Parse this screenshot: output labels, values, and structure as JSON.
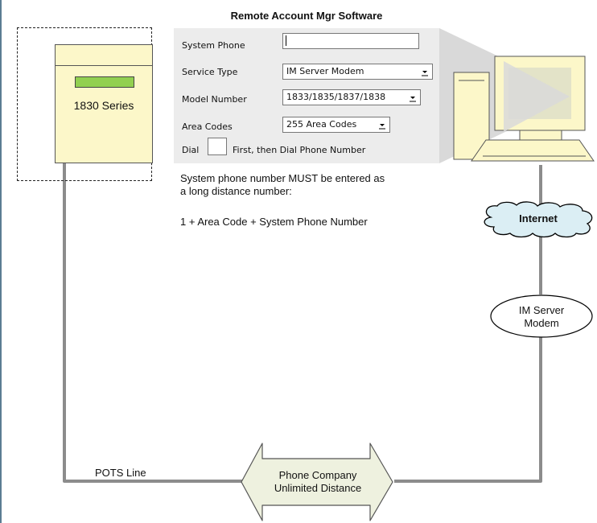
{
  "software": {
    "title": "Remote Account Mgr Software",
    "fields": {
      "system_phone": {
        "label": "System Phone",
        "value": ""
      },
      "service_type": {
        "label": "Service Type",
        "value": "IM Server Modem"
      },
      "model_number": {
        "label": "Model Number",
        "value": "1833/1835/1837/1838"
      },
      "area_codes": {
        "label": "Area Codes",
        "value": "255 Area Codes"
      },
      "dial": {
        "label": "Dial",
        "suffix": "First, then Dial Phone Number",
        "checked": false
      }
    }
  },
  "device": {
    "label": "1830 Series",
    "led_color": "#92d050",
    "body_color": "#fcf7c9"
  },
  "note": {
    "line1": "System phone number MUST be entered as",
    "line2": "a long distance number:",
    "formula": "1 + Area Code + System Phone Number"
  },
  "network": {
    "internet_label": "Internet",
    "modem_line1": "IM Server",
    "modem_line2": "Modem",
    "pots_label": "POTS Line",
    "phone_company_line1": "Phone Company",
    "phone_company_line2": "Unlimited Distance",
    "cloud_color": "#dbeef4",
    "computer_color": "#fcf7c9",
    "arrow_color": "#eef1df",
    "line_color": "#8c8c8c"
  }
}
